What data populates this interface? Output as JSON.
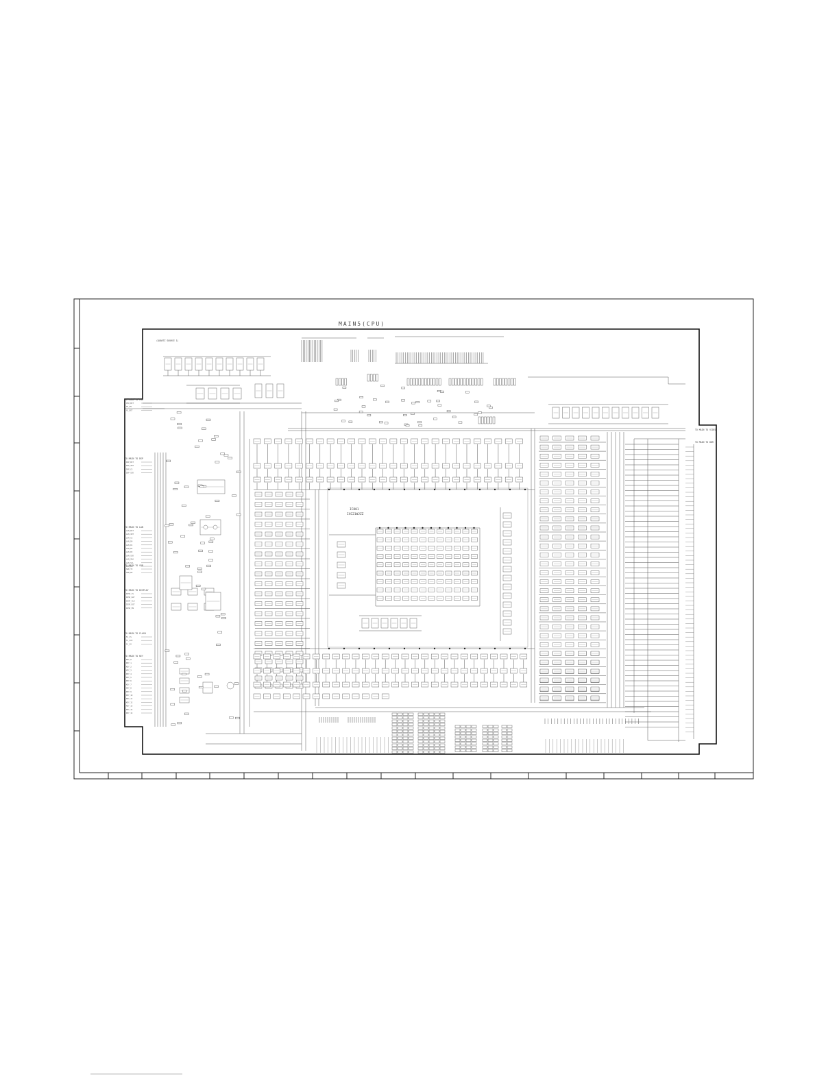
{
  "board_title": "MAIN5(CPU)",
  "ic_label": "IC801",
  "ic_part": "IXC21WJZZ",
  "section_label": "(QUARTZ SOURCE 1)",
  "colors": {
    "line": "#222222",
    "wire": "#555555",
    "background": "#ffffff",
    "footer_rule": "#9b9b9b"
  },
  "connectors_left": [
    {
      "title": "TO MAIN TO PWR",
      "signals": [
        "CPU_RST",
        "PS_ON",
        "AC_DET"
      ]
    },
    {
      "title": "TO MAIN TO DSP",
      "signals": [
        "DSP_RST",
        "DSP_INT",
        "DSP_CS",
        "DSP_SCK"
      ]
    },
    {
      "title": "TO MAIN TO LAN",
      "signals": [
        "LAN_RST",
        "LAN_INT",
        "LAN_CS",
        "LAN_D0",
        "LAN_D1",
        "LAN_D2",
        "LAN_D3",
        "LAN_SCK",
        "LAN_SDA",
        "LAN_SCL",
        "LAN_EN"
      ]
    },
    {
      "title": "TO MAIN TO SUB",
      "signals": [
        "SUB_TX",
        "SUB_RX"
      ]
    },
    {
      "title": "TO MAIN TO DISPLAY",
      "signals": [
        "DISP_CS",
        "DISP_DAT",
        "DISP_CLK",
        "DISP_RST",
        "DISP_EN"
      ]
    },
    {
      "title": "TO MAIN TO FLASH",
      "signals": [
        "FL_CS",
        "FL_SCK",
        "FL_SO"
      ]
    },
    {
      "title": "TO MAIN TO KEY",
      "signals": [
        "KEY_0",
        "KEY_1",
        "KEY_2",
        "KEY_3",
        "KEY_4",
        "KEY_5",
        "KEY_6",
        "KEY_7",
        "KEY_8",
        "KEY_9",
        "KEY_10",
        "KEY_11",
        "KEY_12",
        "KEY_13",
        "KEY_14",
        "KEY_15"
      ]
    }
  ],
  "connectors_right": [
    {
      "title": "TO MAIN TO VIDEO"
    },
    {
      "title": "TO MAIN TO DDR"
    }
  ]
}
